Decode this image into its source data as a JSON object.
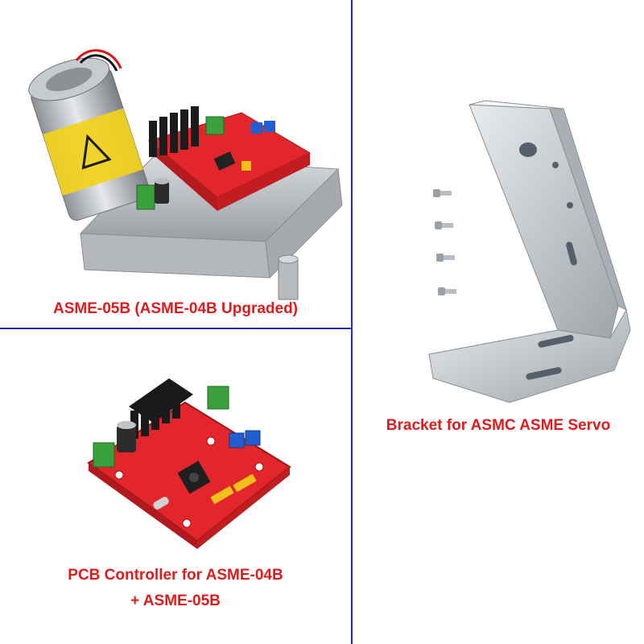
{
  "panels": {
    "servo": {
      "caption": "ASME-05B (ASME-04B Upgraded)"
    },
    "bracket": {
      "caption": "Bracket for ASMC ASME Servo"
    },
    "pcb": {
      "caption_line1": "PCB Controller for ASME-04B",
      "caption_line2": "+ ASME-05B"
    }
  },
  "colors": {
    "divider": "#1d2fa8",
    "caption": "#e01b1b",
    "pcb_red": "#e3262b",
    "heatsink": "#1b1b1b",
    "terminal_green": "#3aa23c",
    "metal": "#c9cdd1"
  }
}
